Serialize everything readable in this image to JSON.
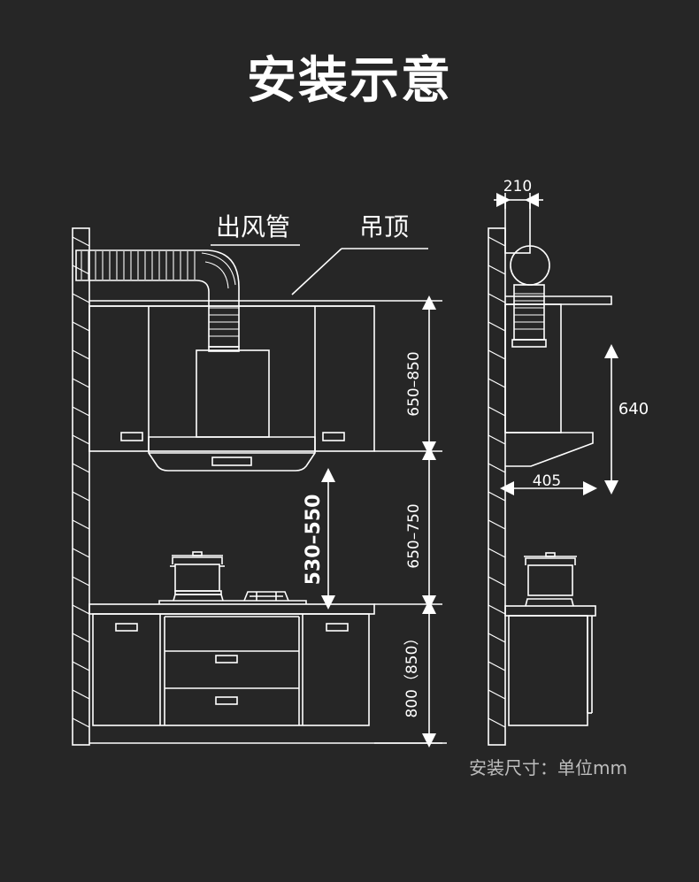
{
  "title": "安装示意",
  "labels": {
    "duct": "出风管",
    "ceiling": "吊顶"
  },
  "dimensions": {
    "hood_to_ceiling": "650–850",
    "cabinet_gap": "650–750",
    "hood_to_stove": "530–550",
    "counter_height": "800（850）",
    "duct_width": "210",
    "hood_height": "640",
    "hood_depth": "405"
  },
  "units_note": "安装尺寸：单位mm"
}
